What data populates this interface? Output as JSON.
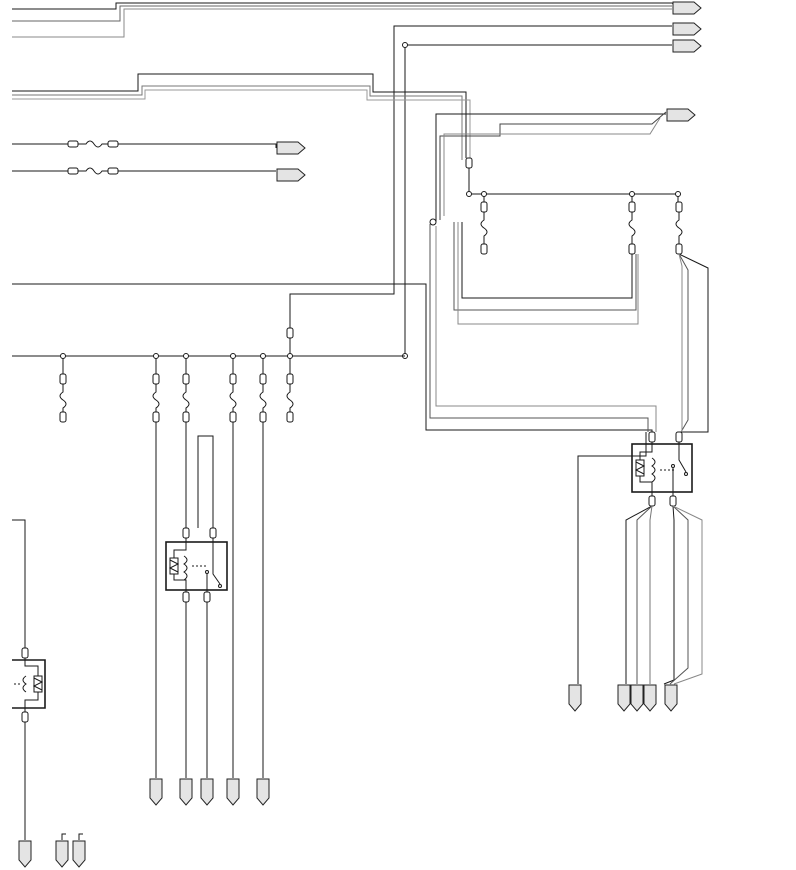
{
  "diagram": {
    "type": "wiring-schematic",
    "colors": {
      "background": "#ffffff",
      "wire": "#1a1a1a",
      "wire_light": "#6a6a6a",
      "connector_fill": "#e4e4e4",
      "relay_border": "#111111"
    },
    "components": {
      "fuses": 14,
      "relays": 3,
      "connector_pins": 10,
      "offsheet_connectors_bottom": 13,
      "offsheet_connectors_right": 6
    },
    "icons": [
      "fuse-icon",
      "relay-coil-icon",
      "relay-switch-icon",
      "offsheet-connector-icon",
      "splice-node-icon"
    ]
  }
}
